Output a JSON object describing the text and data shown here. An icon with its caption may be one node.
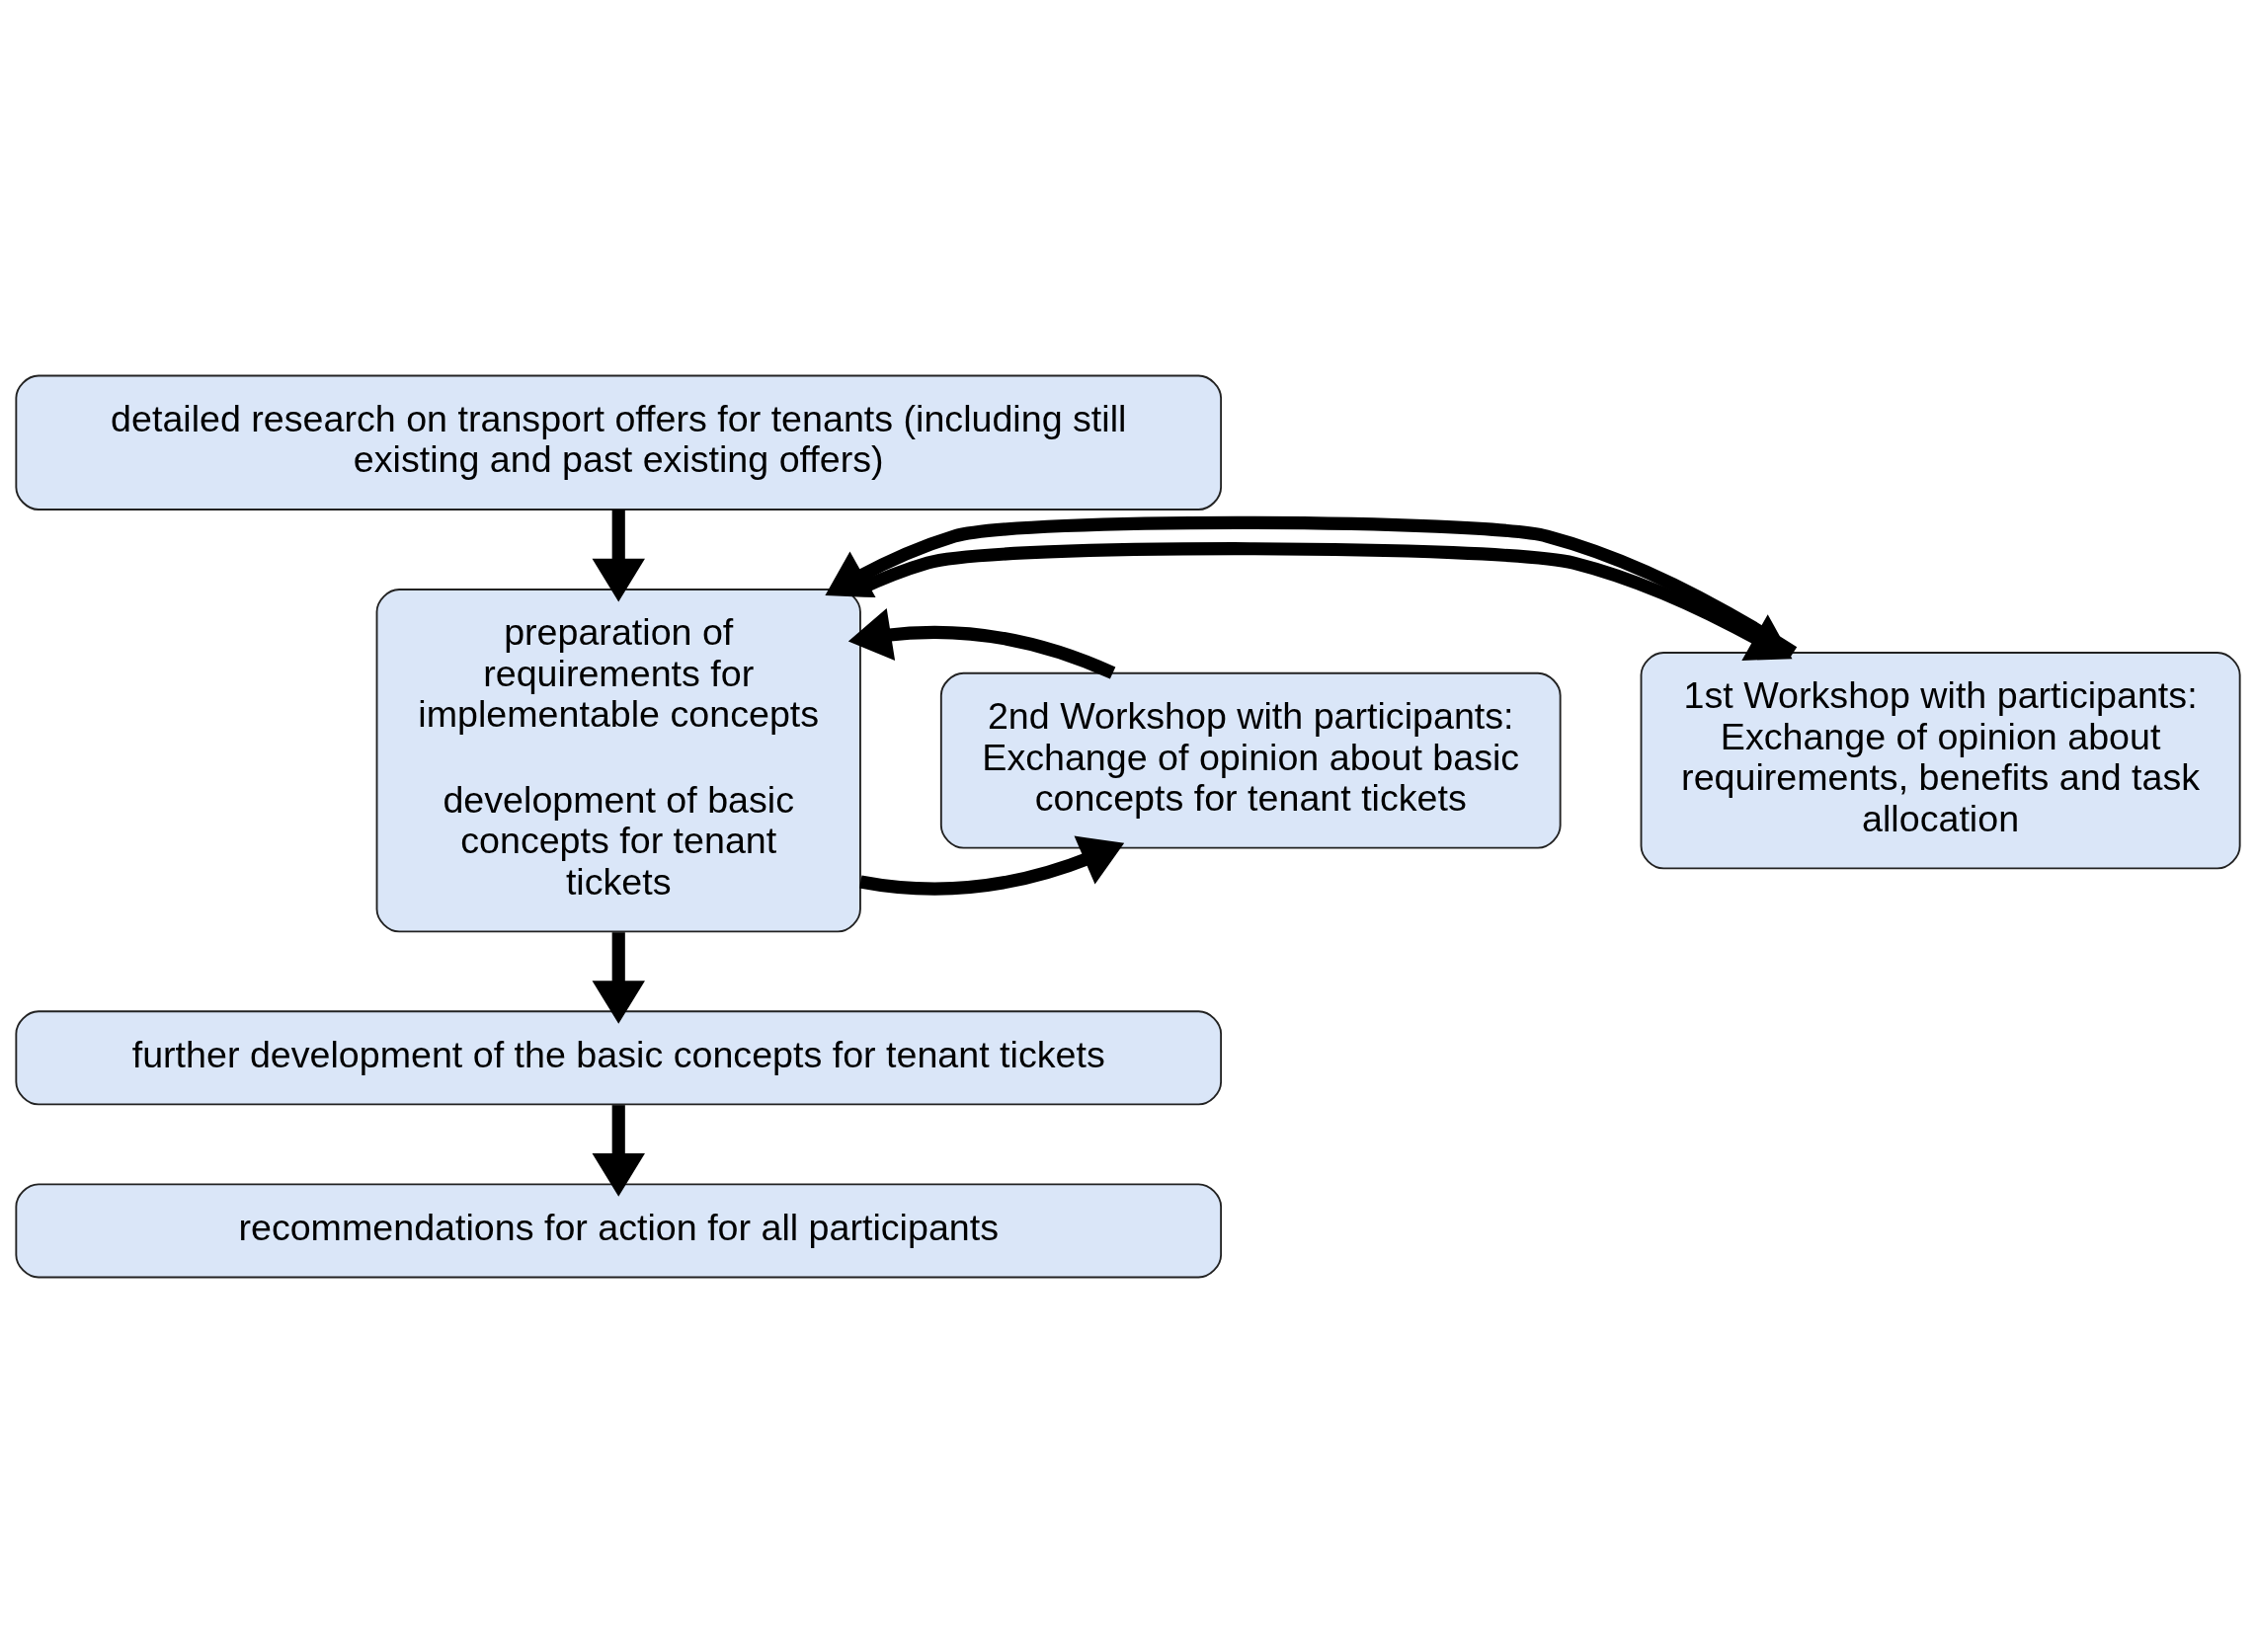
{
  "diagram": {
    "nodes": [
      {
        "text": [
          "detailed research on transport offers for tenants (including still existing and past existing offers)"
        ]
      },
      {
        "text": [
          "preparation of requirements for implementable concepts",
          "development of basic concepts for tenant tickets"
        ]
      },
      {
        "text": [
          "1st Workshop with participants: Exchange of opinion about requirements, benefits and task allocation"
        ]
      },
      {
        "text": [
          "2nd Workshop with participants: Exchange of opinion about basic concepts for tenant tickets"
        ]
      },
      {
        "text": [
          "further development of the basic concepts for tenant tickets"
        ]
      },
      {
        "text": [
          "recommendations for action for all participants"
        ]
      }
    ],
    "edges": [
      {
        "from": 0,
        "to": 1,
        "arrow": "to"
      },
      {
        "from": 1,
        "to": 2,
        "arrow": "to"
      },
      {
        "from": 2,
        "to": 1,
        "arrow": "to"
      },
      {
        "from": 1,
        "to": 3,
        "arrow": "to"
      },
      {
        "from": 3,
        "to": 1,
        "arrow": "to"
      },
      {
        "from": 1,
        "to": 4,
        "arrow": "to"
      },
      {
        "from": 4,
        "to": 5,
        "arrow": "to"
      }
    ]
  }
}
